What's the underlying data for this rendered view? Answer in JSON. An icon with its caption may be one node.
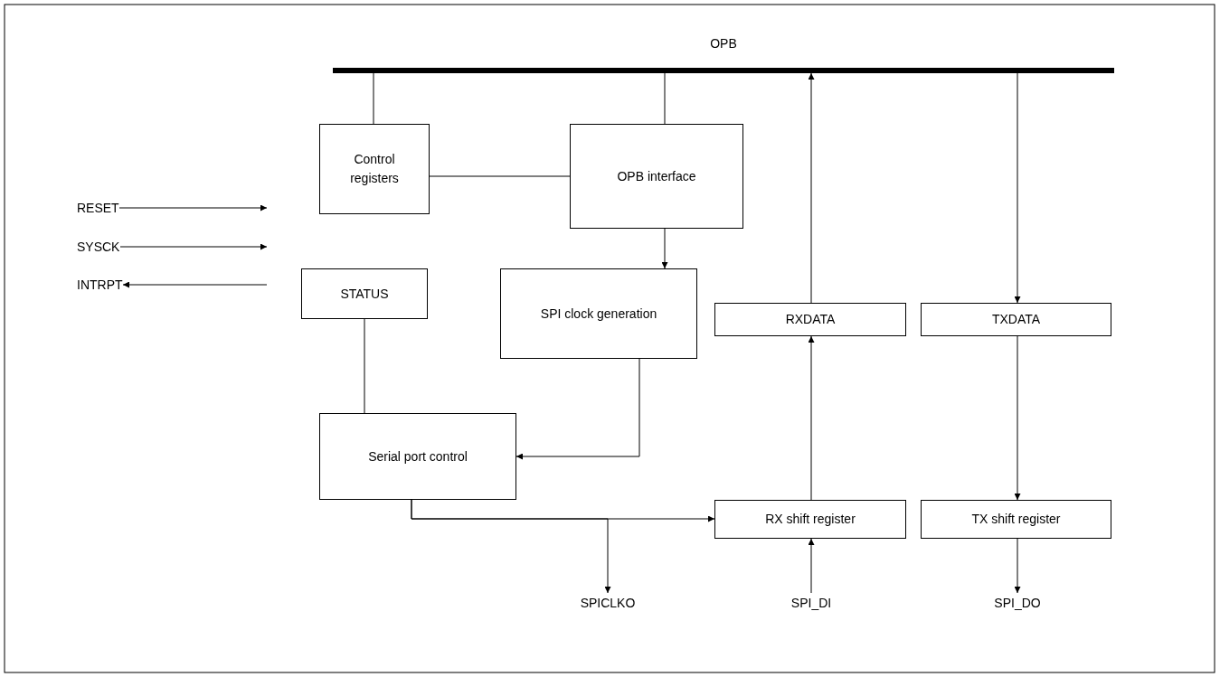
{
  "diagram": {
    "nodes": [
      {
        "text": [
          "OPB"
        ]
      },
      {
        "text": [
          "Control registers"
        ]
      },
      {
        "text": [
          "OPB interface"
        ]
      },
      {
        "text": [
          "RESET"
        ]
      },
      {
        "text": [
          "SYSCK"
        ]
      },
      {
        "text": [
          "INTRPT"
        ]
      },
      {
        "text": [
          "STATUS"
        ]
      },
      {
        "text": [
          "SPI clock generation"
        ]
      },
      {
        "text": [
          "RXDATA"
        ]
      },
      {
        "text": [
          "TXDATA"
        ]
      },
      {
        "text": [
          "Serial port control"
        ]
      },
      {
        "text": [
          "RX shift register"
        ]
      },
      {
        "text": [
          "TX shift register"
        ]
      },
      {
        "text": [
          "SPICLKO"
        ]
      },
      {
        "text": [
          "SPI_DI"
        ]
      },
      {
        "text": [
          "SPI_DO"
        ]
      }
    ],
    "edges": [
      {
        "from": 0,
        "to": 1,
        "arrow": "none"
      },
      {
        "from": 0,
        "to": 2,
        "arrow": "none"
      },
      {
        "from": 8,
        "to": 0,
        "arrow": "to"
      },
      {
        "from": 0,
        "to": 9,
        "arrow": "to"
      },
      {
        "from": 1,
        "to": 2,
        "arrow": "none"
      },
      {
        "from": 2,
        "to": 7,
        "arrow": "to"
      },
      {
        "from": 3,
        "to": null,
        "arrow": "to"
      },
      {
        "from": 4,
        "to": null,
        "arrow": "to"
      },
      {
        "from": null,
        "to": 5,
        "arrow": "to"
      },
      {
        "from": 6,
        "to": 10,
        "arrow": "none"
      },
      {
        "from": 7,
        "to": 10,
        "arrow": "to"
      },
      {
        "from": 11,
        "to": 8,
        "arrow": "to"
      },
      {
        "from": 9,
        "to": 12,
        "arrow": "to"
      },
      {
        "from": 10,
        "to": 11,
        "arrow": "to"
      },
      {
        "from": 10,
        "to": 13,
        "arrow": "to"
      },
      {
        "from": 14,
        "to": 11,
        "arrow": "to"
      },
      {
        "from": 12,
        "to": 15,
        "arrow": "to"
      }
    ]
  }
}
